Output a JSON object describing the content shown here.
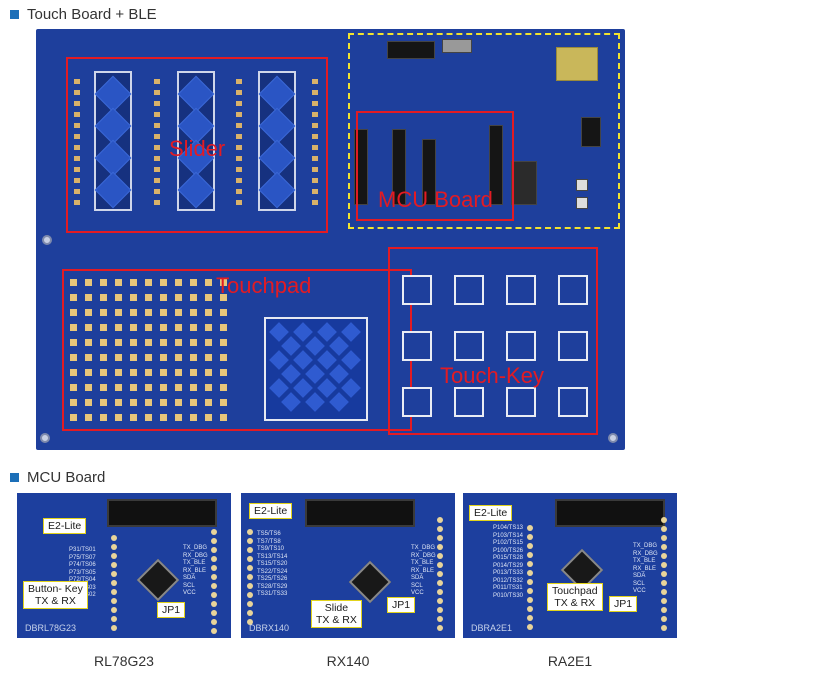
{
  "sections": {
    "touch_board": "Touch Board + BLE",
    "mcu_board": "MCU Board"
  },
  "board_labels": {
    "slider": "Slider",
    "mcu_board": "MCU Board",
    "touchpad": "Touchpad",
    "touch_key": "Touch-Key"
  },
  "mcu_boards": [
    {
      "caption": "RL78G23",
      "silk_name": "DBRL78G23",
      "e2": "E2-Lite",
      "jp": "JP1",
      "extra": "Button- Key\nTX & RX",
      "left_pins": "P31/TS01\nP75/TS07\nP74/TS06\nP73/TS05\nP72/TS04\nP71/TS03\nP70/TS02",
      "right_pins": "TX_DBG\nRX_DBG\nTX_BLE\nRX_BLE\nSDA\nSCL\nVCC"
    },
    {
      "caption": "RX140",
      "silk_name": "DBRX140",
      "e2": "E2-Lite",
      "jp": "JP1",
      "extra": "Slide\nTX & RX",
      "left_pins": "TS5/TS6\nTS7/TS8\nTS9/TS10\nTS13/TS14\nTS15/TS20\nTS22/TS24\nTS25/TS26\nTS28/TS29\nTS31/TS33",
      "right_pins": "TX_DBG\nRX_DBG\nTX_BLE\nRX_BLE\nSDA\nSCL\nVCC"
    },
    {
      "caption": "RA2E1",
      "silk_name": "DBRA2E1",
      "e2": "E2-Lite",
      "jp": "JP1",
      "extra": "Touchpad\nTX & RX",
      "left_pins": "P104/TS13\nP103/TS14\nP102/TS15\nP100/TS26\nP015/TS28\nP014/TS29\nP013/TS33\nP012/TS32\nP011/TS31\nP010/TS30",
      "right_pins": "TX_DBG\nRX_DBG\nTX_BLE\nRX_BLE\nSDA\nSCL\nVCC"
    }
  ],
  "colors": {
    "pcb_blue": "#1e3f9c",
    "highlight_red": "#e31b23",
    "highlight_yellow": "#f2e32e",
    "bullet_blue": "#1c6fb8"
  }
}
